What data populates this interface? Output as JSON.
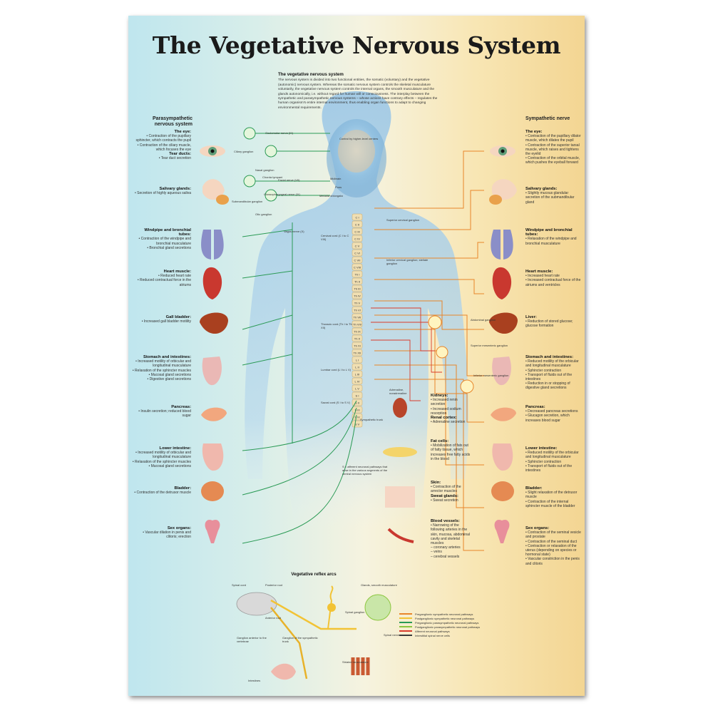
{
  "title": "The Vegetative Nervous System",
  "intro": {
    "heading": "The vegetative nervous system",
    "text": "The nervous system is divided into two functional entities, the somatic (voluntary) and the vegetative (autonomic) nervous system. Whereas the somatic nervous system controls the skeletal musculature voluntarily, the vegetative nervous system controls the internal organs, the smooth musculature and the glands autonomically, i.e. without regard for human will or consciousness. The interplay between the sympathetic and parasympathetic nervous systems – whose actions have contrary effects – regulates the human organism's entire internal environment, thus enabling organ functions to adapt to changing environmental requirements."
  },
  "left_heading": "Parasympathetic nervous system",
  "right_heading": "Sympathetic nerve",
  "left_items": [
    {
      "title": "The eye:",
      "lines": [
        "• Contraction of the pupillary sphincter, which contracts the pupil",
        "• Contraction of the ciliary muscle, which focuses the eye"
      ],
      "title2": "Tear ducts:",
      "lines2": [
        "• Tear duct secretion"
      ]
    },
    {
      "title": "Salivary glands:",
      "lines": [
        "• Secretion of highly aqueous saliva"
      ]
    },
    {
      "title": "Windpipe and bronchial tubes:",
      "lines": [
        "• Contraction of the windpipe and bronchial musculature",
        "• Bronchial gland secretions"
      ]
    },
    {
      "title": "Heart muscle:",
      "lines": [
        "• Reduced heart rate",
        "• Reduced contractual force in the atriums"
      ]
    },
    {
      "title": "Gall bladder:",
      "lines": [
        "• Increased gall bladder motility"
      ]
    },
    {
      "title": "Stomach and intestines:",
      "lines": [
        "• Increased motility of orbicular and longitudinal musculature",
        "• Relaxation of the sphincter muscles",
        "• Mucosal gland secretions",
        "• Digestive gland secretions"
      ]
    },
    {
      "title": "Pancreas:",
      "lines": [
        "• Insulin secretion; reduced blood sugar"
      ]
    },
    {
      "title": "Lower intestine:",
      "lines": [
        "• Increased motility of orbicular and longitudinal musculature",
        "• Relaxation of the sphincter muscles",
        "• Mucosal gland secretions"
      ]
    },
    {
      "title": "Bladder:",
      "lines": [
        "• Contraction of the detrusor muscle"
      ]
    },
    {
      "title": "Sex organs:",
      "lines": [
        "• Vascular dilation in penis and clitoris; erection"
      ]
    }
  ],
  "right_items": [
    {
      "title": "The eye:",
      "lines": [
        "• Contraction of the pupillary dilator muscle, which dilates the pupil",
        "• Contraction of the superior tarsal muscle, which raises and tightens the eyelid",
        "• Contraction of the orbital muscle, which pushes the eyeball forward"
      ]
    },
    {
      "title": "Salivary glands:",
      "lines": [
        "• Slightly mucous glandular secretion of the submandibular gland"
      ]
    },
    {
      "title": "Windpipe and bronchial tubes:",
      "lines": [
        "• Relaxation of the windpipe and bronchial musculature"
      ]
    },
    {
      "title": "Heart muscle:",
      "lines": [
        "• Increased heart rate",
        "• Increased contractual force of the atriums and ventricles"
      ]
    },
    {
      "title": "Liver:",
      "lines": [
        "• Reduction of stored glucose; glucose formation"
      ]
    },
    {
      "title": "Stomach and intestines:",
      "lines": [
        "• Reduced motility of the orbicular and longitudinal musculature",
        "• Sphincter contraction",
        "• Transport of fluids out of the intestines",
        "• Reduction in or stopping of digestive gland secretions"
      ]
    },
    {
      "title": "Pancreas:",
      "lines": [
        "• Decreased pancreas secretions",
        "• Glucagon secretion, which increases blood sugar"
      ]
    },
    {
      "title": "Lower intestine:",
      "lines": [
        "• Reduced motility of the orbicular and longitudinal musculature",
        "• Sphincter contraction",
        "• Transport of fluids out of the intestines"
      ]
    },
    {
      "title": "Bladder:",
      "lines": [
        "• Slight relaxation of the detrusor muscle",
        "• Contraction of the internal sphincter muscle of the bladder"
      ]
    },
    {
      "title": "Sex organs:",
      "lines": [
        "• Contraction of the seminal vesicle and prostate",
        "• Contraction of the seminal duct",
        "• Contraction or relaxation of the uterus (depending on species or hormonal state)",
        "• Vascular constriction in the penis and clitoris"
      ]
    }
  ],
  "center_items": [
    {
      "title": "Kidneys:",
      "lines": [
        "• Increased renin secretion",
        "• Increased sodium resorption"
      ],
      "title2": "Renal cortex:",
      "lines2": [
        "• Adrenaline secretion"
      ]
    },
    {
      "title": "Fat cells:",
      "lines": [
        "• Mobilization of fats out of fatty tissue, which increases free fatty acids in the blood"
      ]
    },
    {
      "title": "Skin:",
      "lines": [
        "• Contraction of the arrector muscles"
      ],
      "title2": "Sweat glands:",
      "lines2": [
        "• Sweat secretion"
      ]
    },
    {
      "title": "Blood vessels:",
      "lines": [
        "• Narrowing of the following arteries in the skin, mucosa, abdominal cavity and skeletal muscles",
        "– coronary arteries",
        "– veins",
        "– cerebral vessels"
      ]
    }
  ],
  "ganglia_left": [
    "Ciliary ganglion",
    "Nasal ganglion",
    "Submandibular ganglion",
    "Otic ganglion"
  ],
  "cranial_nerves": [
    "Oculomotor nerve (III)",
    "Facial nerve (VII)",
    "Chorda tympani",
    "Glossopharyngeal nerve (IX)",
    "Vagus nerve (X)"
  ],
  "brain_labels": [
    "Control by higher-level centers",
    "Midbrain",
    "Pons",
    "Medulla oblongata"
  ],
  "cord_labels": [
    "Cervical cord (C I to C VIII)",
    "Thoracic cord (Th I to Th XII)",
    "Lumbar cord (L I to L V)",
    "Sacral cord (S I to S V)",
    "Sympathetic trunk"
  ],
  "ganglia_right": [
    "Superior cervical ganglion",
    "Inferior cervical ganglion; stellate ganglion",
    "Abdominal ganglion",
    "Superior mesenteric ganglion",
    "Inferior mesenteric ganglion"
  ],
  "adrenal_label": "Adrenaline, noradrenaline",
  "afferent_note": "S = afferent neuronal pathways that arise in the various segments of the central nervous system",
  "vertebrae": [
    "C I",
    "C II",
    "C III",
    "C IV",
    "C V",
    "C VI",
    "C VII",
    "C VIII",
    "Th I",
    "Th II",
    "Th III",
    "Th IV",
    "Th V",
    "Th VI",
    "Th VII",
    "Th VIII",
    "Th IX",
    "Th X",
    "Th XI",
    "Th XII",
    "L I",
    "L II",
    "L III",
    "L IV",
    "L V",
    "S I",
    "S II",
    "S III",
    "S IV",
    "S V"
  ],
  "reflex": {
    "heading": "Vegetative reflex arcs",
    "labels": [
      "Spinal cord",
      "Posterior root",
      "Anterior root",
      "Spinal ganglion",
      "Ganglion anterior to the vertebrae",
      "Ganglion of the sympathetic trunk",
      "Spinal nerve",
      "Intestines",
      "Glands, smooth musculature",
      "Striated musculature"
    ]
  },
  "legend": [
    {
      "label": "Preganglionic sympathetic neuronal pathways",
      "color": "#e8862a"
    },
    {
      "label": "Postganglionic sympathetic neuronal pathways",
      "color": "#f2c335"
    },
    {
      "label": "Preganglionic parasympathetic neuronal pathways",
      "color": "#2a9a55"
    },
    {
      "label": "Postganglionic parasympathetic neuronal pathways",
      "color": "#8cc63f"
    },
    {
      "label": "Afferent neuronal pathways",
      "color": "#d93b2b"
    },
    {
      "label": "Interstitial spinal nerve cells",
      "color": "#3a3a3a"
    }
  ],
  "colors": {
    "parasympathetic": "#2a9a55",
    "sympathetic": "#e8862a",
    "afferent": "#d93b2b"
  }
}
